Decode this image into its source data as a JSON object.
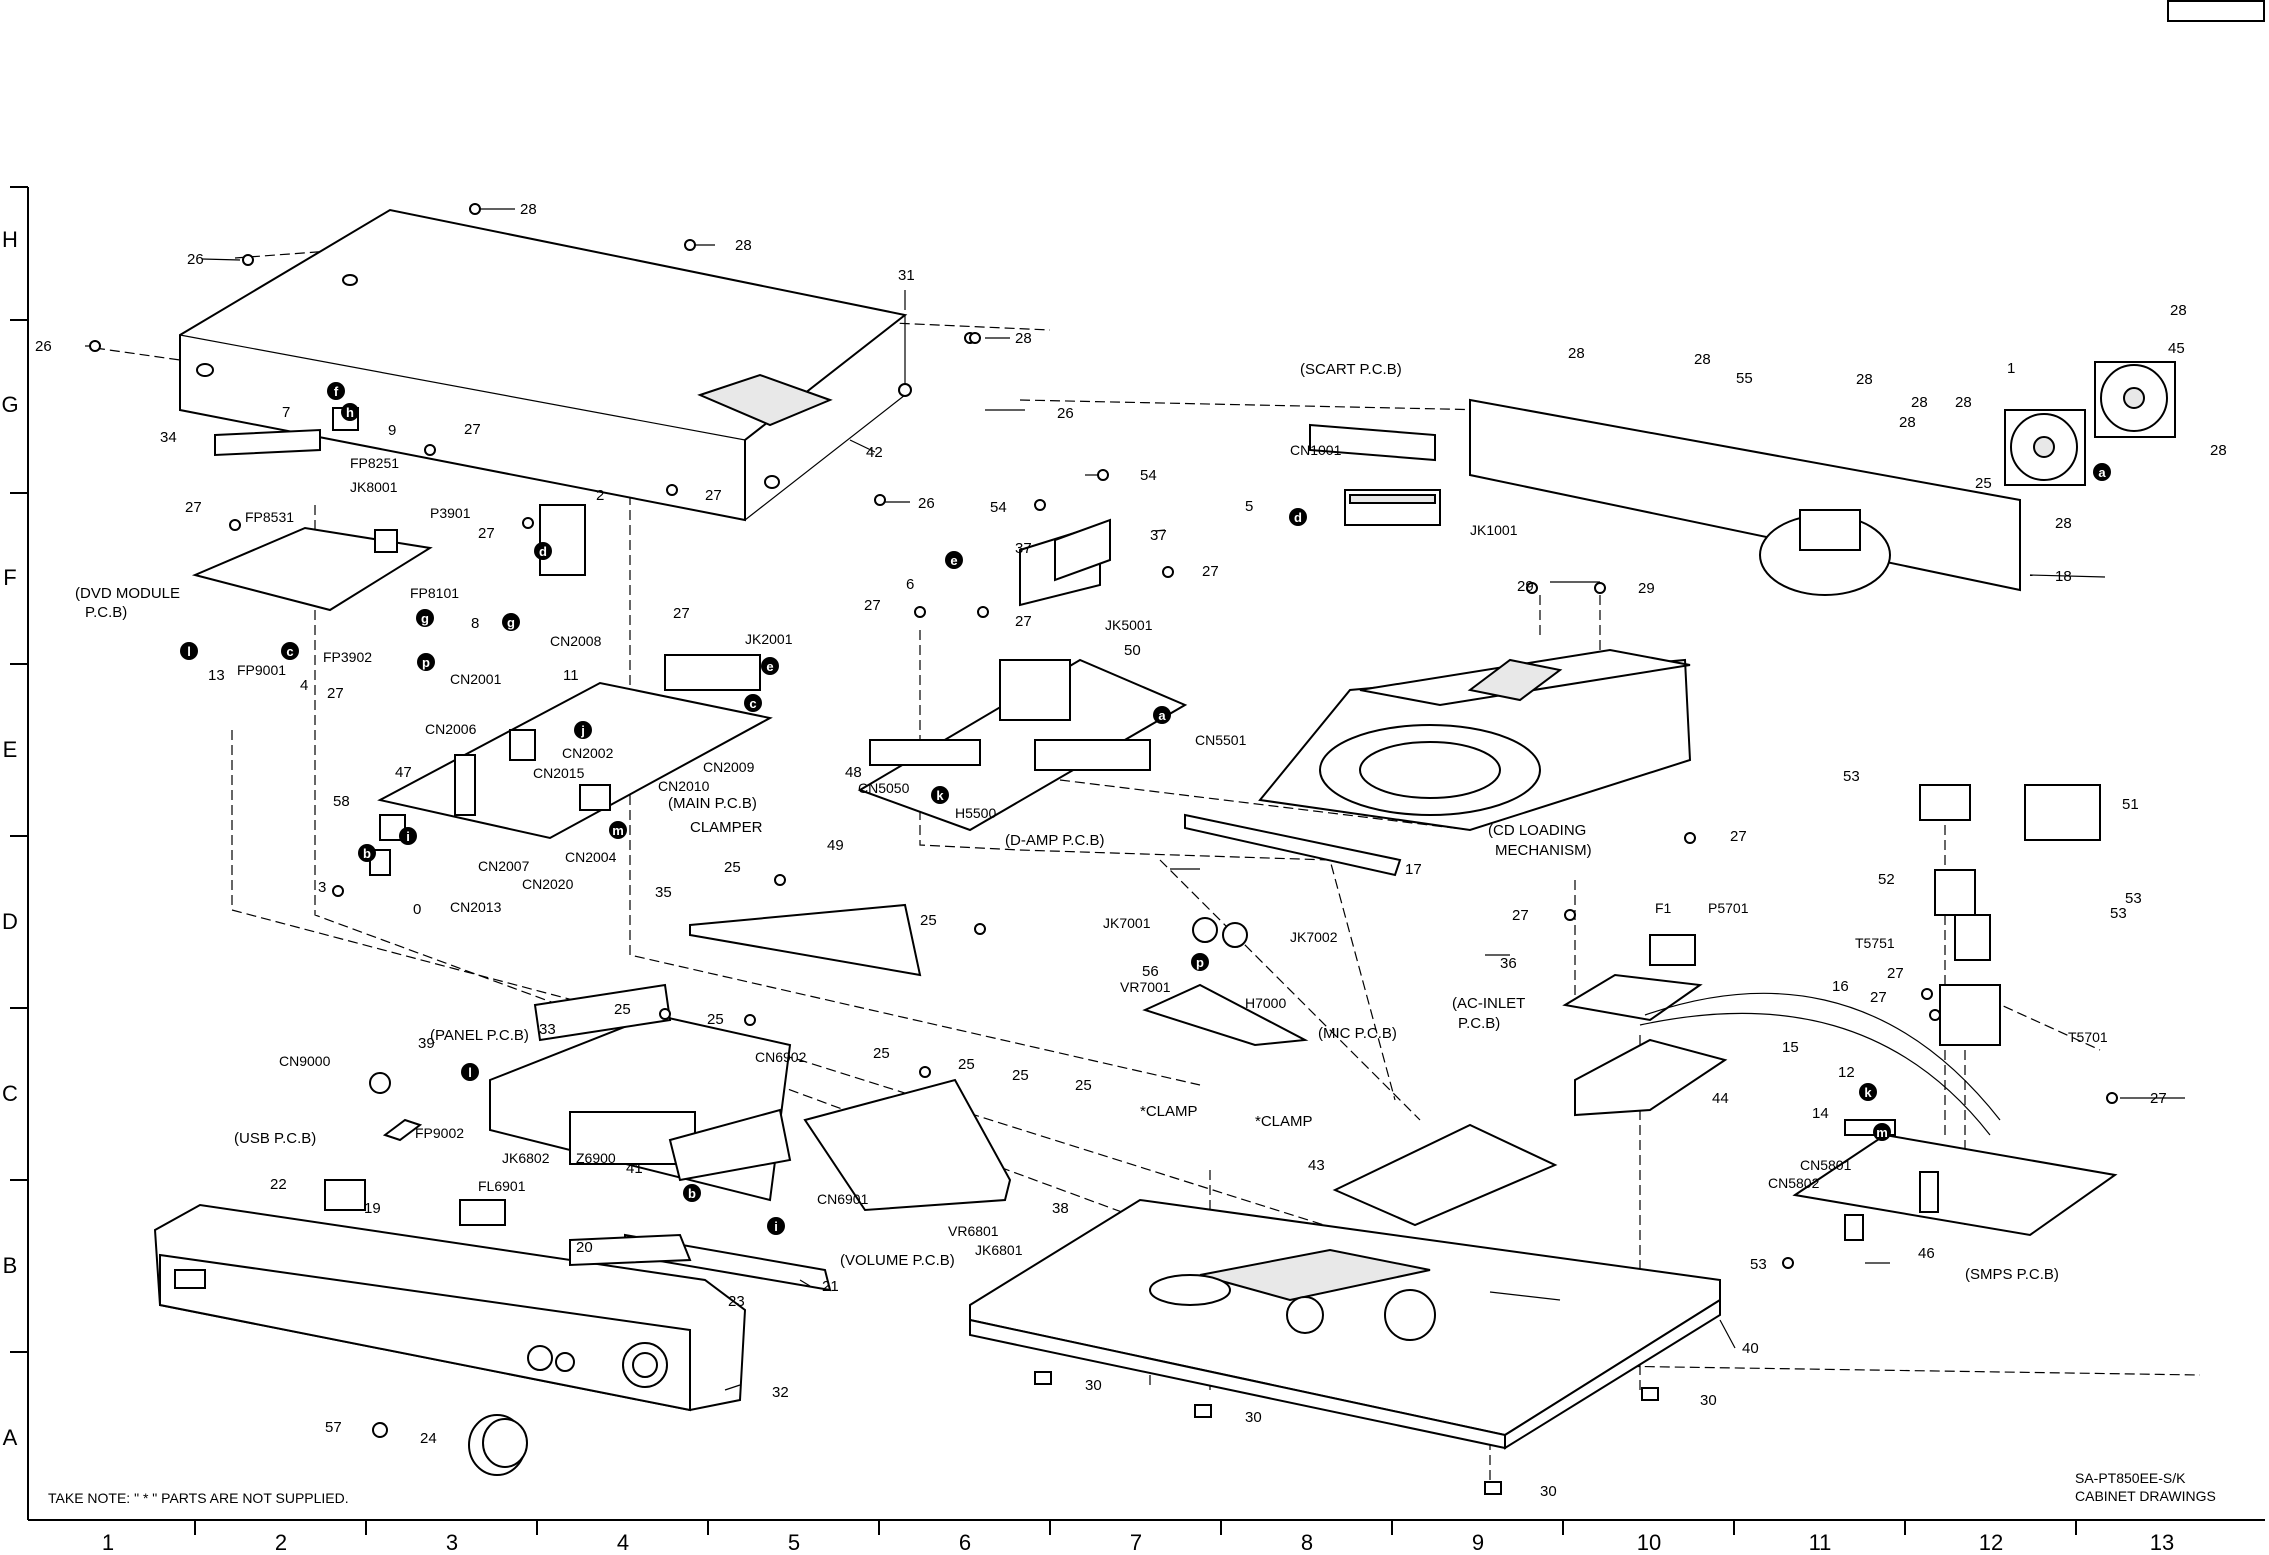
{
  "title_box": "",
  "grid": {
    "rows": [
      "H",
      "G",
      "F",
      "E",
      "D",
      "C",
      "B",
      "A"
    ],
    "columns": [
      "1",
      "2",
      "3",
      "4",
      "5",
      "6",
      "7",
      "8",
      "9",
      "10",
      "11",
      "12",
      "13"
    ]
  },
  "footer": {
    "note": "TAKE NOTE: \" * \" PARTS ARE NOT SUPPLIED.",
    "model": "SA-PT850EE-S/K",
    "sheet": "CABINET DRAWINGS"
  },
  "board_labels": {
    "scart": "(SCART P.C.B)",
    "dvd_module_1": "(DVD MODULE",
    "dvd_module_2": "P.C.B)",
    "main": "(MAIN P.C.B)",
    "clamper": "CLAMPER",
    "d_amp": "(D-AMP P.C.B)",
    "cd_loading_1": "(CD LOADING",
    "cd_loading_2": "MECHANISM)",
    "panel": "(PANEL P.C.B)",
    "usb": "(USB P.C.B)",
    "volume": "(VOLUME P.C.B)",
    "mic": "(MIC P.C.B)",
    "ac_inlet_1": "(AC-INLET",
    "ac_inlet_2": "P.C.B)",
    "smps": "(SMPS P.C.B)",
    "clamp_1": "*CLAMP",
    "clamp_2": "*CLAMP"
  },
  "connectors": {
    "cn1001": "CN1001",
    "jk1001": "JK1001",
    "fp8251": "FP8251",
    "jk8001": "JK8001",
    "p3901": "P3901",
    "fp8531": "FP8531",
    "fp8101": "FP8101",
    "fp3902": "FP3902",
    "fp9001": "FP9001",
    "cn2008": "CN2008",
    "cn2001": "CN2001",
    "cn2006": "CN2006",
    "cn2015": "CN2015",
    "cn2002": "CN2002",
    "cn2009": "CN2009",
    "cn2010": "CN2010",
    "cn2004": "CN2004",
    "cn2007": "CN2007",
    "cn2020": "CN2020",
    "cn2013": "CN2013",
    "jk2001": "JK2001",
    "jk5001": "JK5001",
    "cn5501": "CN5501",
    "cn5050": "CN5050",
    "h5500": "H5500",
    "jk7001": "JK7001",
    "jk7002": "JK7002",
    "vr7001": "VR7001",
    "h7000": "H7000",
    "cn9000": "CN9000",
    "fp9002": "FP9002",
    "jk6802": "JK6802",
    "z6900": "Z6900",
    "fl6901": "FL6901",
    "cn6902": "CN6902",
    "cn6901": "CN6901",
    "vr6801": "VR6801",
    "jk6801": "JK6801",
    "f1": "F1",
    "p5701": "P5701",
    "t5751": "T5751",
    "t5701": "T5701",
    "cn5801": "CN5801",
    "cn5802": "CN5802"
  },
  "parts": {
    "p0": "0",
    "p1": "1",
    "p2": "2",
    "p3": "3",
    "p4": "4",
    "p5": "5",
    "p6": "6",
    "p7": "7",
    "p8": "8",
    "p9": "9",
    "p11": "11",
    "p12": "12",
    "p13": "13",
    "p14": "14",
    "p15": "15",
    "p16": "16",
    "p17": "17",
    "p18": "18",
    "p19": "19",
    "p20": "20",
    "p21": "21",
    "p22": "22",
    "p23": "23",
    "p24": "24",
    "p25": "25",
    "p26": "26",
    "p27": "27",
    "p28": "28",
    "p29": "29",
    "p30": "30",
    "p31": "31",
    "p32": "32",
    "p33": "33",
    "p34": "34",
    "p35": "35",
    "p36": "36",
    "p37": "37",
    "p38": "38",
    "p39": "39",
    "p40": "40",
    "p41": "41",
    "p42": "42",
    "p43": "43",
    "p44": "44",
    "p45": "45",
    "p46": "46",
    "p47": "47",
    "p48": "48",
    "p49": "49",
    "p50": "50",
    "p51": "51",
    "p52": "52",
    "p53": "53",
    "p54": "54",
    "p55": "55",
    "p56": "56",
    "p57": "57",
    "p58": "58"
  },
  "badges": {
    "a": "a",
    "b": "b",
    "c": "c",
    "d": "d",
    "e": "e",
    "f": "f",
    "g": "g",
    "h": "h",
    "i": "i",
    "j": "j",
    "k": "k",
    "l": "l",
    "m": "m",
    "p": "p"
  }
}
